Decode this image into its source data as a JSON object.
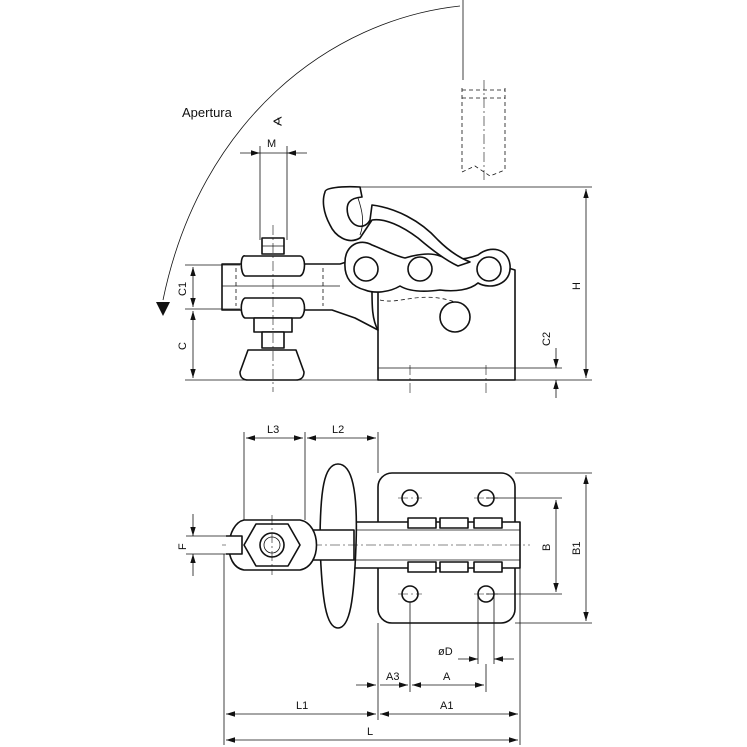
{
  "side_view": {
    "opening_label": "Apertura",
    "angle_symbol": "∢",
    "dim_M": "M",
    "dim_C1": "C1",
    "dim_C": "C",
    "dim_H": "H",
    "dim_C2": "C2"
  },
  "top_view": {
    "dim_L3": "L3",
    "dim_L2": "L2",
    "dim_F": "F",
    "dim_B": "B",
    "dim_B1": "B1",
    "dim_D": "øD",
    "dim_A3": "A3",
    "dim_A": "A",
    "dim_L1": "L1",
    "dim_A1": "A1",
    "dim_L": "L"
  }
}
